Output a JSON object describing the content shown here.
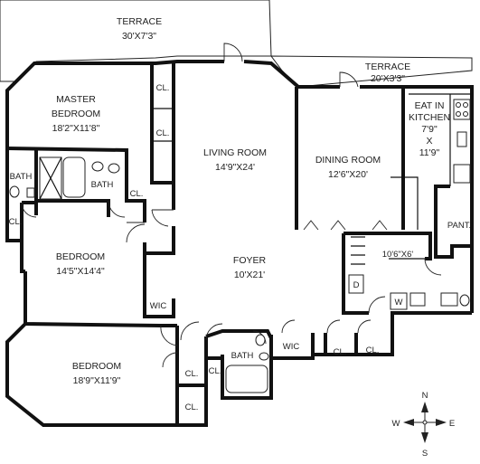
{
  "rooms": {
    "terrace_main": {
      "name": "TERRACE",
      "size": "30'X7'3\""
    },
    "terrace_small": {
      "name": "TERRACE",
      "size": "20'X3'3\""
    },
    "master_bedroom": {
      "name_line1": "MASTER",
      "name_line2": "BEDROOM",
      "size": "18'2\"X11'8\""
    },
    "living_room": {
      "name": "LIVING ROOM",
      "size": "14'9\"X24'"
    },
    "dining_room": {
      "name": "DINING ROOM",
      "size": "12'6\"X20'"
    },
    "kitchen": {
      "name_line1": "EAT IN",
      "name_line2": "KITCHEN",
      "size_line1": "7'9\"",
      "size_line2": "X",
      "size_line3": "11'9\""
    },
    "bedroom_2": {
      "name": "BEDROOM",
      "size": "14'5\"X14'4\""
    },
    "bedroom_3": {
      "name": "BEDROOM",
      "size": "18'9\"X11'9\""
    },
    "foyer": {
      "name": "FOYER",
      "size": "10'X21'"
    },
    "laundry": {
      "size": "10'6\"X6'"
    }
  },
  "labels": {
    "closet": "CL.",
    "bath": "BATH",
    "walk_in_closet": "WIC",
    "pantry": "PANT.",
    "dryer": "D",
    "washer": "W"
  },
  "compass": {
    "north": "N",
    "south": "S",
    "east": "E",
    "west": "W"
  }
}
